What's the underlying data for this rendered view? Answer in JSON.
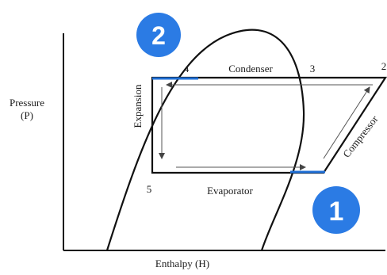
{
  "axes": {
    "y_label_line1": "Pressure",
    "y_label_line2": "(P)",
    "x_label": "Enthalpy (H)"
  },
  "cycle": {
    "condenser": "Condenser",
    "evaporator": "Evaporator",
    "expansion": "Expansion",
    "compressor": "Compressor",
    "points": {
      "p2": "2",
      "p3": "3",
      "p4": "4",
      "p5": "5"
    }
  },
  "badges": {
    "badge_1": "1",
    "badge_2": "2"
  },
  "colors": {
    "badge_blue": "#2b7be4",
    "highlight_blue": "#1f6fd6",
    "line": "#111111",
    "arrow_gray": "#555555"
  }
}
